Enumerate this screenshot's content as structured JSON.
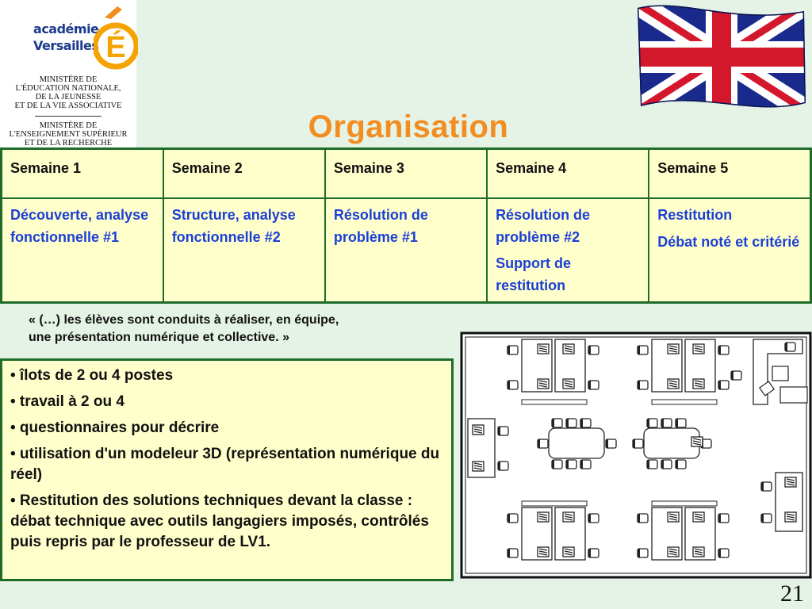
{
  "logo": {
    "line1": "académie",
    "line2": "Versailles",
    "ministry1": [
      "MINISTÈRE DE",
      "L'ÉDUCATION NATIONALE,",
      "DE LA JEUNESSE",
      "ET DE LA VIE ASSOCIATIVE"
    ],
    "ministry2": [
      "MINISTÈRE DE",
      "L'ENSEIGNEMENT SUPÉRIEUR",
      "ET DE LA RECHERCHE"
    ]
  },
  "title": "Organisation",
  "table": {
    "headers": [
      "Semaine 1",
      "Semaine 2",
      "Semaine 3",
      "Semaine 4",
      "Semaine 5"
    ],
    "cells": [
      [
        "Découverte, analyse fonctionnelle #1"
      ],
      [
        "Structure, analyse fonctionnelle #2"
      ],
      [
        "Résolution de problème #1"
      ],
      [
        "Résolution de problème #2",
        "Support de restitution"
      ],
      [
        "Restitution",
        "Débat noté et critérié"
      ]
    ]
  },
  "quote": {
    "line1": "« (…) les élèves sont conduits à réaliser, en équipe,",
    "line2": "une présentation numérique et collective. »"
  },
  "bullets": [
    "• îlots de 2 ou 4 postes",
    "• travail à 2 ou 4",
    "• questionnaires pour décrire",
    "• utilisation d'un modeleur 3D (représentation numérique du réel)",
    "• Restitution des solutions techniques devant la classe : débat technique avec outils langagiers imposés, contrôlés puis repris par le professeur de LV1."
  ],
  "page_number": "21",
  "colors": {
    "background": "#e4f3e6",
    "title": "#f28e21",
    "table_fill": "#ffffcc",
    "border": "#1e6b2a",
    "activity_text": "#1c3fd6"
  },
  "images": {
    "flag": "union-jack-flag",
    "logo": "academie-versailles-logo",
    "floorplan": "classroom-floor-plan"
  }
}
